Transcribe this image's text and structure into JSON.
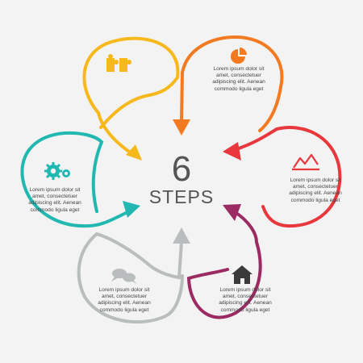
{
  "center": {
    "number": "6",
    "label": "STEPS"
  },
  "steps": [
    {
      "color": "#f7b81b",
      "icon": "puzzle-icon",
      "text": ""
    },
    {
      "color": "#f37a21",
      "icon": "pie-chart-icon",
      "text": "Lorem ipsum dolor sit\namet, consectetuer\nadipiscing elit. Aenean\ncommodo ligula eget"
    },
    {
      "color": "#e8383d",
      "icon": "line-chart-icon",
      "text": "Lorem ipsum dolor sit\namet, consectetuer\nadipiscing elit. Aenean\ncommodo ligula eget"
    },
    {
      "color": "#9c2a63",
      "icon": "house-icon",
      "text": "Lorem ipsum dolor sit\namet, consectetuer\nadipiscing elit. Aenean\ncommodo ligula eget"
    },
    {
      "color": "#b9bdbd",
      "icon": "chat-bubbles-icon",
      "text": "Lorem ipsum dolor sit\namet, consectetuer\nadipiscing elit. Aenean\ncommodo ligula eget"
    },
    {
      "color": "#21b8b1",
      "icon": "gears-icon",
      "text": "Lorem ipsum dolor sit\namet, consectetuer\nadipiscing elit. Aenean\ncommodo ligula eget"
    }
  ]
}
